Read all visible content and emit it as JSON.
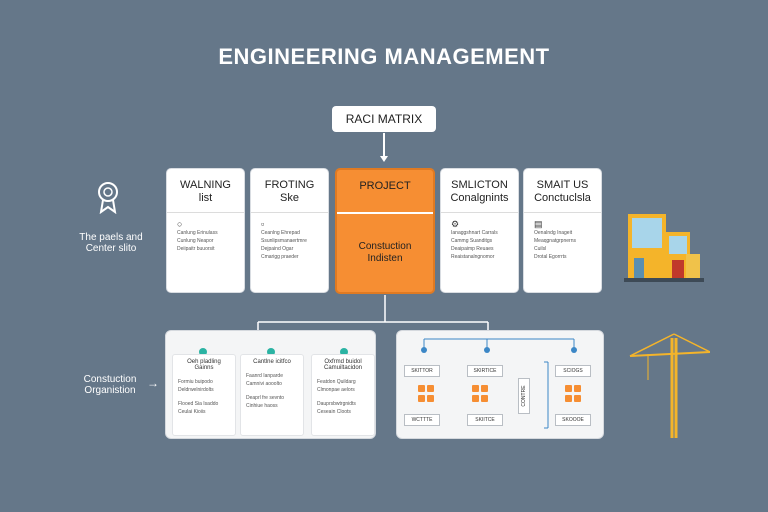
{
  "title": "ENGINEERING MANAGEMENT",
  "raci_label": "RACI MATRIX",
  "top_cards": [
    {
      "title": "WALNING",
      "subtitle": "list",
      "lines": [
        "Canlung Erinulass",
        "Cunlung Neapor",
        "Deiipaitr buuorsit"
      ]
    },
    {
      "title": "FROTING",
      "subtitle": "Ske",
      "lines": [
        "Ceanlng Ehrepad",
        "Ssunlipsmanaertmre",
        "Dejpaind Ogar",
        "Cmarigg praeder"
      ]
    },
    {
      "title": "PROJECT",
      "subtitle": "",
      "body": "Constuction Indisten"
    },
    {
      "title": "SMLICTON",
      "subtitle": "Conalgnints",
      "lines": [
        "Ianaggshnart Carrals",
        "Cammg Suanditgs",
        "Deaipaimp Reuaes",
        "Reaistanalngnomor"
      ]
    },
    {
      "title": "SMAIT US",
      "subtitle": "Conctuclsla",
      "lines": [
        "Oenalndg Inageit",
        "Meaqgnatgrpnerns",
        "Cuilsl",
        "Drotal Egorrrts"
      ]
    }
  ],
  "side_labels": {
    "top": "The paels and Center slito",
    "bottom": "Constuction Organistion"
  },
  "bottom_left_cards": [
    {
      "title": "Oeh pladling Gainns",
      "lines": [
        "Formiu buipodo",
        "Deldrwelnirdolts",
        "Flooed Sia Isaddo",
        "Ceulai Kioiis"
      ]
    },
    {
      "title": "Cantlne icitfco",
      "lines": [
        "Faanrd Ianparde",
        "Camnivi aooolto",
        "Deaprl fre sevnto",
        "Cinhiue haoss"
      ]
    },
    {
      "title": "Oxfrmd buidol Camuiltacidon",
      "lines": [
        "Featdon Quildarg",
        "Clmonpae aelors",
        "Dauprsbwtrgnidts",
        "Ceseain Cloots"
      ]
    }
  ],
  "bottom_right": {
    "tags_top": [
      "SKITTOR",
      "SKIRTICE",
      "SCIOGS"
    ],
    "tags_bottom": [
      "WCTTTE",
      "SKIITCE",
      "SKOOOE"
    ],
    "vertical_tag": "CONTRE"
  },
  "colors": {
    "background": "#657789",
    "accent": "#f68e33",
    "teal": "#2bb3a3",
    "blue": "#3c87c6"
  }
}
